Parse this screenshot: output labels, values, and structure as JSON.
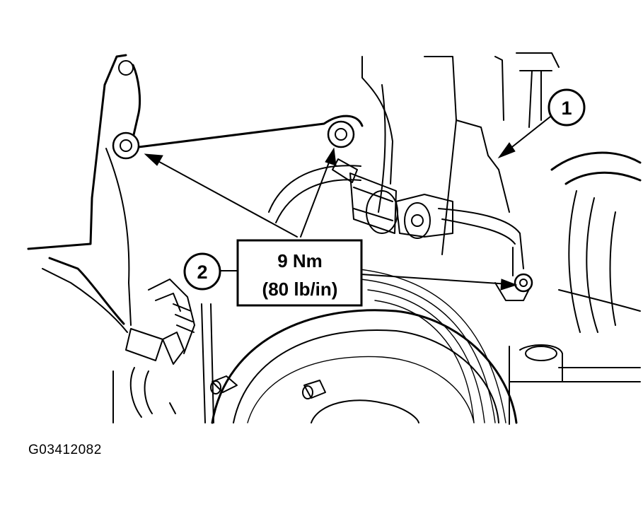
{
  "callouts": [
    {
      "number": "1",
      "meaning": ""
    },
    {
      "number": "2",
      "meaning": ""
    }
  ],
  "torque_spec": {
    "metric": "9 Nm",
    "imperial": "(80 lb/in)"
  },
  "figure_code": "G03412082"
}
